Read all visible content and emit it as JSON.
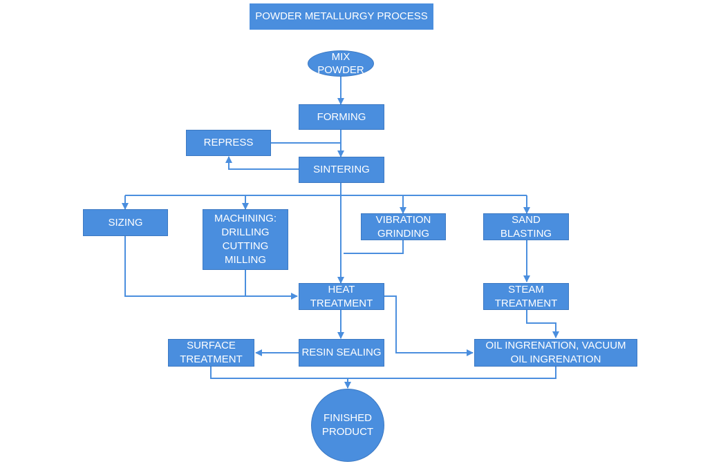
{
  "title": "POWDER METALLURGY PROCESS",
  "nodes": {
    "mix_powder": "MIX\nPOWDER",
    "forming": "FORMING",
    "repress": "REPRESS",
    "sintering": "SINTERING",
    "sizing": "SIZING",
    "machining": "MACHINING:\nDRILLING\nCUTTING\nMILLING",
    "vibration_grinding": "VIBRATION\nGRINDING",
    "sand_blasting": "SAND\nBLASTING",
    "heat_treatment": "HEAT\nTREATMENT",
    "steam_treatment": "STEAM\nTREATMENT",
    "surface_treatment": "SURFACE\nTREATMENT",
    "resin_sealing": "RESIN SEALING",
    "oil_ingrenation": "OIL INGRENATION, VACUUM\nOIL INGRENATION",
    "finished_product": "FINISHED\nPRODUCT"
  },
  "colors": {
    "node_fill": "#4a8ede",
    "node_border": "#3b78c2",
    "connector": "#4a8ede",
    "text": "#ffffff"
  }
}
